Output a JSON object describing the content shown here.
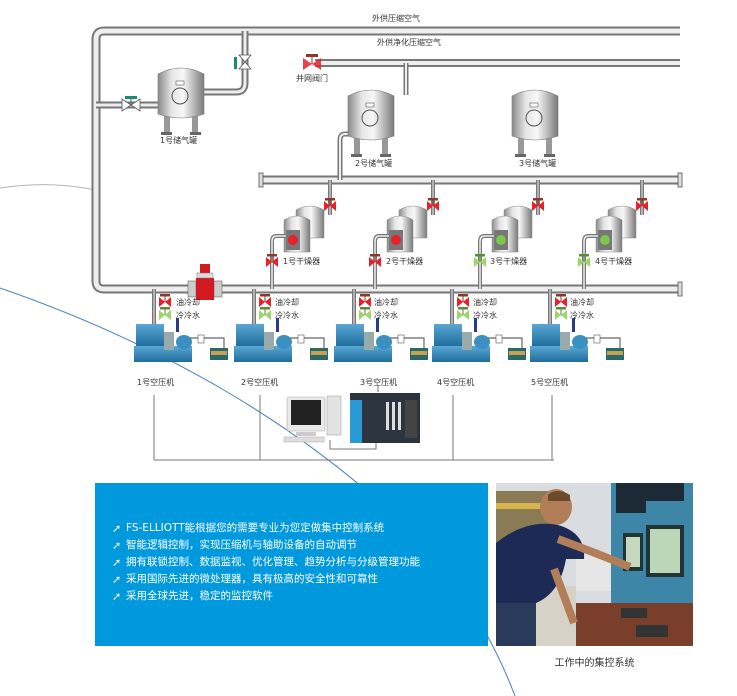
{
  "diagram": {
    "pipes": {
      "external_air": "外供压缩空气",
      "external_purified_air": "外供净化压缩空气",
      "grid_valve": "并网阀门"
    },
    "tanks": [
      {
        "label": "1号储气罐"
      },
      {
        "label": "2号储气罐"
      },
      {
        "label": "3号储气罐"
      }
    ],
    "dryers": [
      {
        "label": "1号干燥器",
        "status": "stopped",
        "status_color": "#e8202a"
      },
      {
        "label": "2号干燥器",
        "status": "stopped",
        "status_color": "#e8202a"
      },
      {
        "label": "3号干燥器",
        "status": "running",
        "status_color": "#7cc84a"
      },
      {
        "label": "4号干燥器",
        "status": "running",
        "status_color": "#7cc84a"
      }
    ],
    "compressors": [
      {
        "label": "1号空压机",
        "oil_cooling": "油冷却",
        "cooling_water": "冷冷水"
      },
      {
        "label": "2号空压机",
        "oil_cooling": "油冷却",
        "cooling_water": "冷冷水"
      },
      {
        "label": "3号空压机",
        "oil_cooling": "油冷却",
        "cooling_water": "冷冷水"
      },
      {
        "label": "4号空压机",
        "oil_cooling": "油冷却",
        "cooling_water": "冷冷水"
      },
      {
        "label": "5号空压机",
        "oil_cooling": "油冷却",
        "cooling_water": "冷冷水"
      }
    ]
  },
  "features": {
    "bullet_icon": "arrow-up-right-icon",
    "items": [
      "FS-ELLIOTT能根据您的需要专业为您定做集中控制系统",
      "智能逻辑控制，实现压缩机与轴助设备的自动调节",
      "拥有联锁控制、数据监视、优化管理、趋势分析与分级管理功能",
      "采用国际先进的微处理器，具有极高的安全性和可靠性",
      "采用全球先进，稳定的监控软件"
    ],
    "background_color": "#0099dd"
  },
  "photo": {
    "caption": "工作中的集控系统"
  },
  "colors": {
    "valve_closed": "#e8202a",
    "valve_open": "#7cc84a",
    "compressor": "#2f86b8",
    "pipe": "#d6d6d6",
    "decor_line": "#4a7fc0"
  }
}
